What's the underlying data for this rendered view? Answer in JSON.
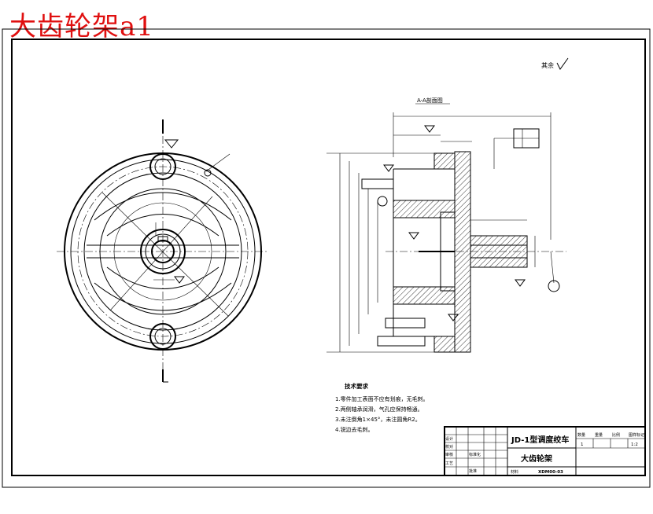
{
  "sheet_label": "大齿轮架a1",
  "roughness_note": "其余",
  "section_label": "A-A剖面图",
  "tech_requirements": {
    "title": "技术要求",
    "items": [
      "1.零件加工表面不应有划痕，无毛刺。",
      "2.两侧轴承润滑，气孔应保持畅通。",
      "3.未注倒角1×45°，未注圆角R2。",
      "4.锐边去毛刺。"
    ]
  },
  "title_block": {
    "project": "JD-1型调度绞车",
    "part_name": "大齿轮架",
    "drawing_no": "XDM00-03",
    "scale": "1:2",
    "quantity": "1",
    "col_headers": [
      "数量",
      "重量",
      "比例",
      "图样标记"
    ],
    "roles": [
      "设计",
      "校对",
      "审核",
      "工艺",
      "标准化",
      "批准"
    ],
    "material": "材料"
  }
}
